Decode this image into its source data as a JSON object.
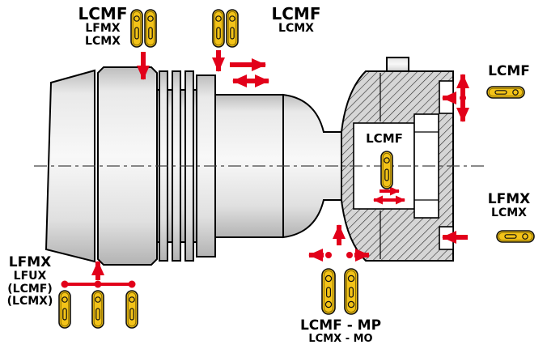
{
  "labels": {
    "top_left": [
      "LCMF",
      "LFMX",
      "LCMX"
    ],
    "top_center": [
      "LCMF",
      "LCMX"
    ],
    "right_top": [
      "LCMF"
    ],
    "pocket": [
      "LCMF"
    ],
    "right_middle": [
      "LFMX",
      "LCMX"
    ],
    "bottom_left": [
      "LFMX",
      "LFUX",
      "(LCMF)",
      "(LCMX)"
    ],
    "bottom_center": [
      "LCMF - MP",
      "LCMX - MO"
    ]
  },
  "colors": {
    "arrow_red": "#e2001a",
    "insert_gold": "#f3c318",
    "part_gray": "#e8e8e8",
    "hatch_gray": "#d6d6d6",
    "outline": "#000000",
    "background": "#ffffff"
  },
  "icons": {
    "insert": "grooving-insert-icon",
    "insert_mp": "grooving-insert-double-icon",
    "arrow": "cut-direction-arrow",
    "dot": "pivot-dot"
  }
}
